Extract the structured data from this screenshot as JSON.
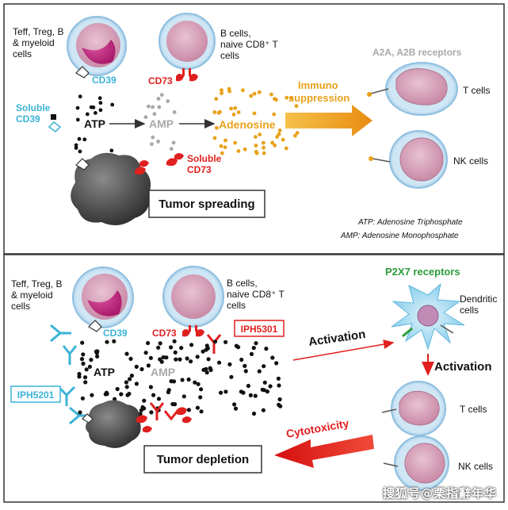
{
  "colors": {
    "cyan": "#3bb3d6",
    "red": "#e0201f",
    "gray_text": "#a8a8a8",
    "orange": "#e8a11a",
    "green": "#2b9b3a",
    "cell_fill": "#d9a0b8",
    "nucleus_magenta": "#c2287e",
    "membrane": "#9fc9e6",
    "tumor": "#4a4a4a"
  },
  "top": {
    "cell_left_label": [
      "Teff, Treg, B",
      "& myeloid",
      "cells"
    ],
    "cd39": "CD39",
    "cell_mid_label": [
      "B cells,",
      "naive CD8⁺ T",
      "cells"
    ],
    "cd73": "CD73",
    "receptors_label": "A2A, A2B receptors",
    "soluble_cd39": [
      "Soluble",
      "CD39"
    ],
    "atp": "ATP",
    "amp": "AMP",
    "adenosine": "Adenosine",
    "immuno_suppression": [
      "Immuno",
      "suppression"
    ],
    "t_cells": "T cells",
    "nk_cells": "NK cells",
    "soluble_cd73": [
      "Soluble",
      "CD73"
    ],
    "tumor_box": "Tumor spreading",
    "legend_atp": "ATP: Adenosine Triphosphate",
    "legend_amp": "AMP: Adenosine Monophosphate"
  },
  "bottom": {
    "cell_left_label": [
      "Teff, Treg, B",
      "& myeloid",
      "cells"
    ],
    "cd39": "CD39",
    "cell_mid_label": [
      "B cells,",
      "naive CD8⁺ T",
      "cells"
    ],
    "cd73": "CD73",
    "iph5301": "IPH5301",
    "iph5201": "IPH5201",
    "p2x7": "P2X7 receptors",
    "dendritic": [
      "Dendritic",
      "cells"
    ],
    "activation_arrow": "Activation",
    "activation_down": "Activation",
    "atp": "ATP",
    "amp": "AMP",
    "t_cells": "T cells",
    "nk_cells": "NK cells",
    "cytotoxicity": "Cytotoxicity",
    "tumor_box": "Tumor depletion"
  },
  "watermark": "搜狐号@栗指辭年华"
}
